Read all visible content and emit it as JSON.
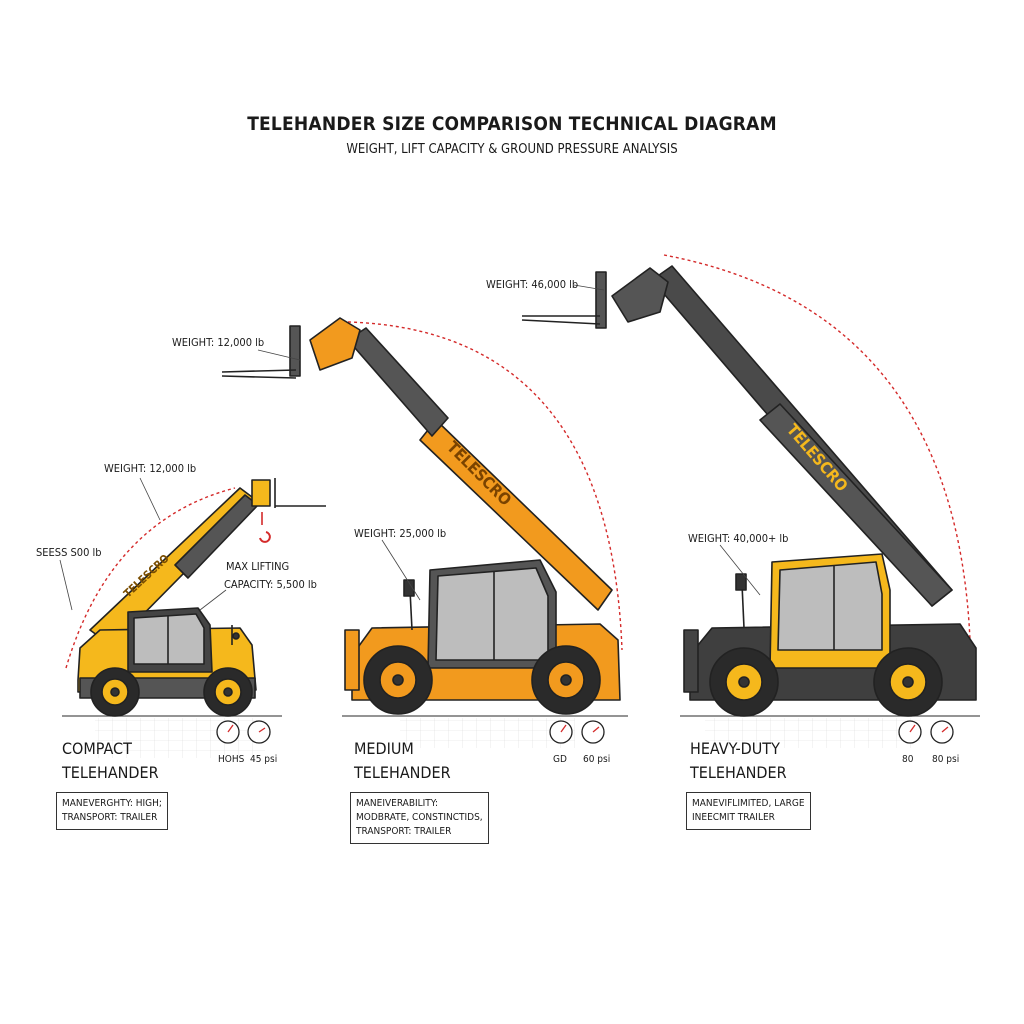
{
  "title": "TELEHANDER SIZE COMPARISON TECHNICAL DIAGRAM",
  "subtitle": "WEIGHT, LIFT CAPACITY & GROUND PRESSURE ANALYSIS",
  "colors": {
    "orange": "#f29a1e",
    "yellow": "#f5b81c",
    "dark": "#4a4a4a",
    "red": "#d42a2a"
  },
  "compact": {
    "boom_brand": "TELESCRO",
    "weight_top": "WEIGHT: 12,000 lb",
    "weight_side": "SEESS S00 lb",
    "capacity_line1": "MAX LIFTING",
    "capacity_line2": "CAPACITY: 5,500 lb",
    "name_line1": "COMPACT",
    "name_line2": "TELEHANDER",
    "gauge_left": "HOHS",
    "gauge_right": "45 psi",
    "info_line1": "MANEVERGHTY: HIGH;",
    "info_line2": "TRANSPORT: TRAILER"
  },
  "medium": {
    "boom_brand": "TELESCRO",
    "weight_top": "WEIGHT: 12,000 lb",
    "weight_body": "WEIGHT: 25,000 lb",
    "name_line1": "MEDIUM",
    "name_line2": "TELEHANDER",
    "gauge_left": "GD",
    "gauge_right": "60 psi",
    "info_line1": "MANEIVERABILITY:",
    "info_line2": "MODBRATE, CONSTINCTIDS,",
    "info_line3": "TRANSPORT: TRAILER"
  },
  "heavy": {
    "boom_brand": "TELESCRO",
    "weight_top": "WEIGHT: 46,000 lb",
    "weight_body": "WEIGHT: 40,000+ lb",
    "name_line1": "HEAVY-DUTY",
    "name_line2": "TELEHANDER",
    "gauge_left": "80",
    "gauge_right": "80 psi",
    "info_line1": "MANEVIFLIMITED, LARGE",
    "info_line2": "INEECMIT TRAILER"
  }
}
